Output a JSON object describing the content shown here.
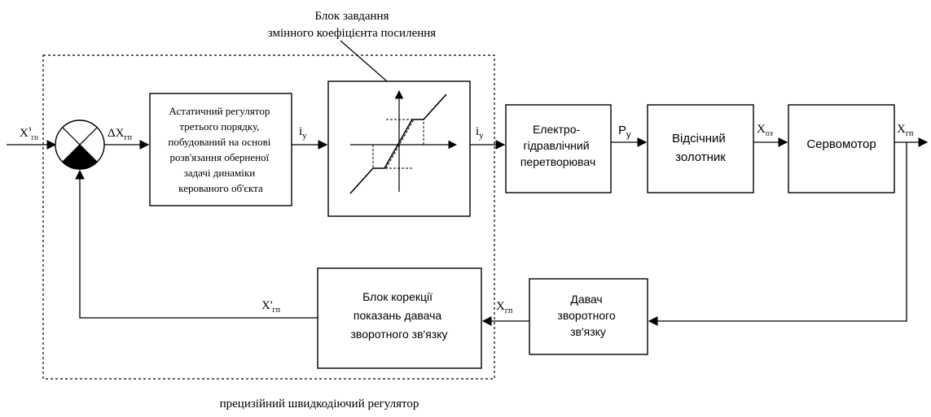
{
  "top_label": {
    "line1": "Блок завдання",
    "line2": "змінного коефіцієнта посилення"
  },
  "blocks": {
    "regulator": {
      "lines": [
        "Астатичний регулятор",
        "третього порядку,",
        "побудований на основі",
        "розв'язання оберненої",
        "задачі динаміки",
        "керованого об'єкта"
      ]
    },
    "electro": {
      "lines": [
        "Електро-",
        "гідравлічний",
        "перетворювач"
      ]
    },
    "spool": {
      "lines": [
        "Відсічний",
        "золотник"
      ]
    },
    "servo": {
      "lines": [
        "Сервомотор"
      ]
    },
    "sensor": {
      "lines": [
        "Давач",
        "зворотного",
        "зв'язку"
      ]
    },
    "correction": {
      "lines": [
        "Блок корекції",
        "показань давача",
        "зворотного зв'язку"
      ]
    }
  },
  "signals": {
    "input_main": "X",
    "input_sup": "з",
    "input_sub": "гп",
    "error_prefix": "ΔX",
    "error_sub": "гп",
    "iy1_main": "i",
    "iy1_sub": "у",
    "iy2_main": "i",
    "iy2_sub": "у",
    "py_main": "P",
    "py_sub": "у",
    "xoz_main": "X",
    "xoz_sub": "оз",
    "output_main": "X",
    "output_sub": "гп",
    "sensor_out_main": "X",
    "sensor_out_sub": "гп",
    "corrected_main": "X'",
    "corrected_sub": "гп"
  },
  "bottom_label": "прецизійний швидкодіючий регулятор"
}
